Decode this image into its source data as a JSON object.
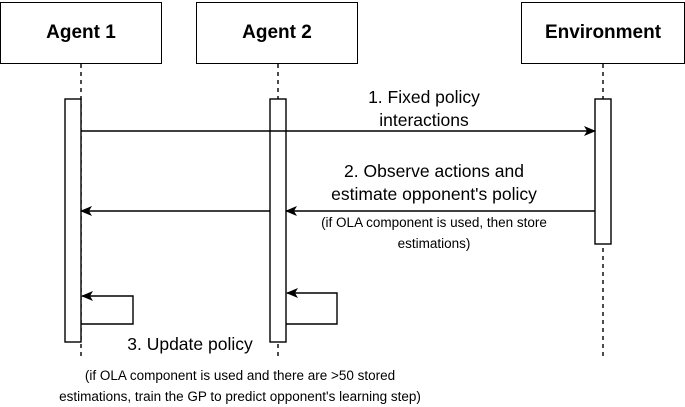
{
  "actors": {
    "agent1": "Agent 1",
    "agent2": "Agent 2",
    "environment": "Environment"
  },
  "messages": {
    "m1": {
      "line1": "1. Fixed policy",
      "line2": "interactions"
    },
    "m2": {
      "line1": "2. Observe actions and",
      "line2": "estimate opponent's policy",
      "note1": "(if OLA component is used, then store",
      "note2": "estimations)"
    },
    "m3": {
      "label": "3. Update policy",
      "note1": "(if OLA component is used and there are >50 stored",
      "note2": "estimations, train the GP to predict opponent's learning step)"
    }
  }
}
